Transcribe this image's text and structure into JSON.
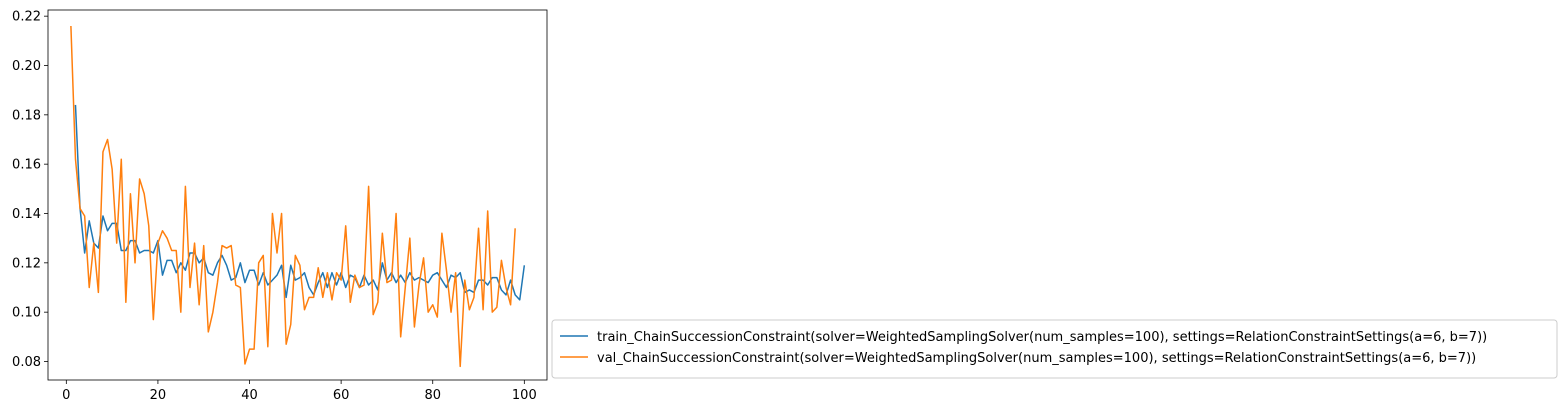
{
  "chart_data": {
    "type": "line",
    "title": "",
    "xlabel": "",
    "ylabel": "",
    "xlim": [
      -4,
      104.95
    ],
    "ylim": [
      0.0725,
      0.2225
    ],
    "xticks": [
      0,
      20,
      40,
      60,
      80,
      100
    ],
    "yticks": [
      0.08,
      0.1,
      0.12,
      0.14,
      0.16,
      0.18,
      0.2,
      0.22
    ],
    "xtick_labels": [
      "0",
      "20",
      "40",
      "60",
      "80",
      "100"
    ],
    "ytick_labels": [
      "0.08",
      "0.10",
      "0.12",
      "0.14",
      "0.16",
      "0.18",
      "0.20",
      "0.22"
    ],
    "grid": false,
    "legend_position": "outside lower right",
    "series": [
      {
        "name": "train_ChainSuccessionConstraint(solver=WeightedSamplingSolver(num_samples=100), settings=RelationConstraintSettings(a=6, b=7))",
        "color": "#1f77b4",
        "x_start": 2,
        "values": [
          0.184,
          0.142,
          0.124,
          0.137,
          0.128,
          0.126,
          0.139,
          0.133,
          0.136,
          0.136,
          0.125,
          0.125,
          0.129,
          0.129,
          0.124,
          0.125,
          0.125,
          0.124,
          0.129,
          0.115,
          0.121,
          0.121,
          0.116,
          0.12,
          0.117,
          0.124,
          0.124,
          0.12,
          0.122,
          0.116,
          0.115,
          0.12,
          0.123,
          0.119,
          0.113,
          0.114,
          0.12,
          0.112,
          0.117,
          0.117,
          0.111,
          0.116,
          0.111,
          0.113,
          0.115,
          0.119,
          0.106,
          0.119,
          0.113,
          0.114,
          0.116,
          0.11,
          0.107,
          0.112,
          0.116,
          0.11,
          0.116,
          0.111,
          0.116,
          0.11,
          0.115,
          0.114,
          0.11,
          0.115,
          0.111,
          0.113,
          0.109,
          0.12,
          0.113,
          0.116,
          0.112,
          0.115,
          0.112,
          0.116,
          0.113,
          0.114,
          0.113,
          0.112,
          0.115,
          0.116,
          0.113,
          0.11,
          0.115,
          0.114,
          0.116,
          0.108,
          0.109,
          0.108,
          0.113,
          0.113,
          0.111,
          0.114,
          0.114,
          0.109,
          0.107,
          0.113,
          0.107,
          0.105,
          0.119
        ]
      },
      {
        "name": "val_ChainSuccessionConstraint(solver=WeightedSamplingSolver(num_samples=100), settings=RelationConstraintSettings(a=6, b=7))",
        "color": "#ff7f0e",
        "x_start": 1,
        "values": [
          0.216,
          0.162,
          0.142,
          0.139,
          0.11,
          0.128,
          0.108,
          0.165,
          0.17,
          0.158,
          0.128,
          0.162,
          0.104,
          0.148,
          0.12,
          0.154,
          0.148,
          0.135,
          0.097,
          0.128,
          0.133,
          0.13,
          0.125,
          0.125,
          0.1,
          0.151,
          0.11,
          0.128,
          0.103,
          0.127,
          0.092,
          0.1,
          0.112,
          0.127,
          0.126,
          0.127,
          0.111,
          0.11,
          0.079,
          0.085,
          0.085,
          0.12,
          0.123,
          0.086,
          0.14,
          0.124,
          0.14,
          0.087,
          0.095,
          0.123,
          0.119,
          0.101,
          0.106,
          0.106,
          0.118,
          0.106,
          0.116,
          0.105,
          0.116,
          0.113,
          0.135,
          0.104,
          0.115,
          0.11,
          0.111,
          0.151,
          0.099,
          0.104,
          0.132,
          0.112,
          0.113,
          0.14,
          0.09,
          0.11,
          0.13,
          0.094,
          0.111,
          0.122,
          0.1,
          0.103,
          0.098,
          0.132,
          0.117,
          0.1,
          0.116,
          0.078,
          0.113,
          0.101,
          0.106,
          0.134,
          0.101,
          0.141,
          0.1,
          0.102,
          0.121,
          0.11,
          0.103,
          0.134
        ]
      }
    ]
  }
}
